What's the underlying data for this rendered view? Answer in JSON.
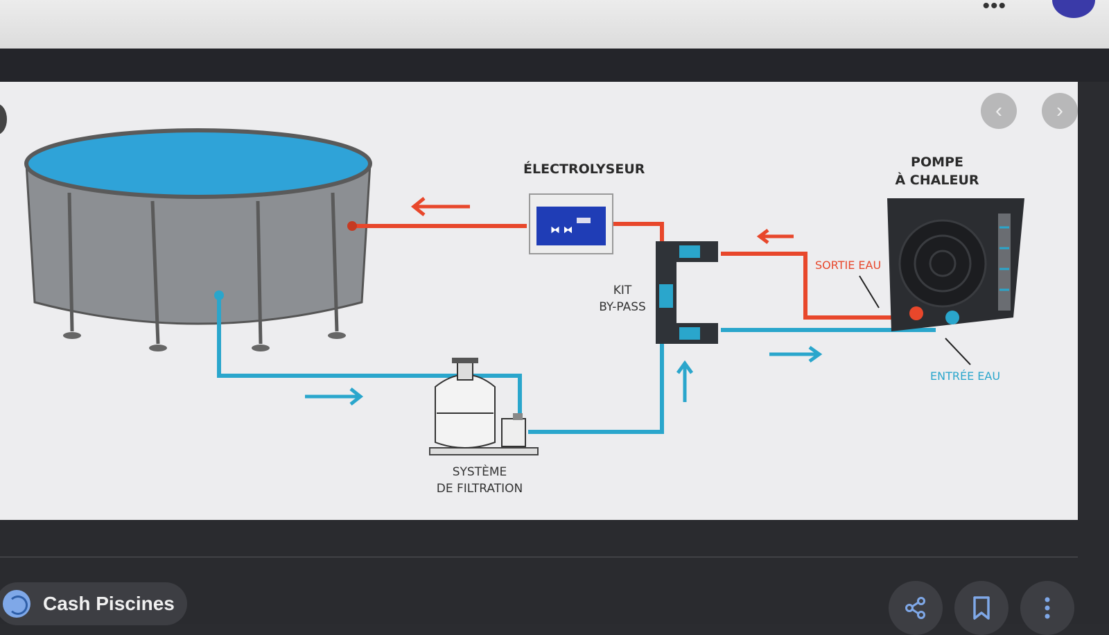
{
  "top": {
    "more_icon": "more-horizontal-icon"
  },
  "viewer": {
    "prev_icon": "chevron-left-icon",
    "next_icon": "chevron-right-icon"
  },
  "diagram": {
    "electrolyseur": "ÉLECTROLYSEUR",
    "pompe_line1": "POMPE",
    "pompe_line2": "À CHALEUR",
    "kit_line1": "KIT",
    "kit_line2": "BY-PASS",
    "sortie": "SORTIE EAU",
    "entree": "ENTRÉE EAU",
    "filtration_line1": "SYSTÈME",
    "filtration_line2": "DE FILTRATION",
    "colors": {
      "hot": "#e8472b",
      "cold": "#2aa6cc",
      "pool": "#2fa3d8"
    }
  },
  "bottom": {
    "source_name": "Cash Piscines",
    "share_icon": "share-icon",
    "save_icon": "bookmark-icon",
    "more_icon": "more-vertical-icon"
  }
}
